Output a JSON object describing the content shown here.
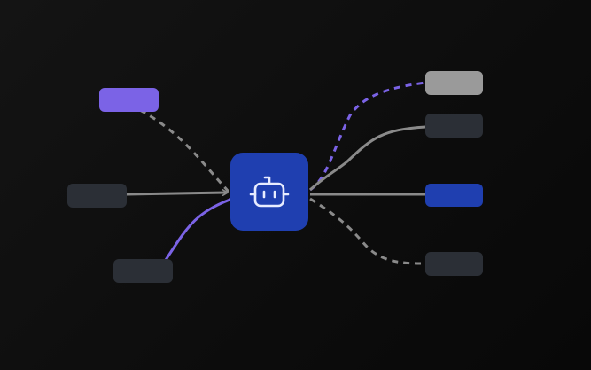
{
  "colors": {
    "hub": "#1f3fb0",
    "hub_icon": "#e8ecff",
    "purple": "#7b63e6",
    "gray_node": "#2b2f36",
    "light_node": "#9a9a9a",
    "blue_node": "#1f3fb0",
    "edge_gray": "#8a8a8a",
    "edge_purple": "#7b63e6"
  },
  "hub": {
    "icon": "robot-icon"
  },
  "nodes": [
    {
      "id": "left-top",
      "color": "purple"
    },
    {
      "id": "left-middle",
      "color": "gray_node"
    },
    {
      "id": "left-bottom",
      "color": "gray_node"
    },
    {
      "id": "right-1",
      "color": "light_node"
    },
    {
      "id": "right-2",
      "color": "gray_node"
    },
    {
      "id": "right-3",
      "color": "blue_node"
    },
    {
      "id": "right-4",
      "color": "gray_node"
    }
  ],
  "edges": [
    {
      "from": "left-top",
      "to": "hub",
      "style": "dashed",
      "color": "edge_gray"
    },
    {
      "from": "left-middle",
      "to": "hub",
      "style": "solid",
      "color": "edge_gray",
      "arrow": true
    },
    {
      "from": "left-bottom",
      "to": "hub",
      "style": "solid",
      "color": "edge_purple"
    },
    {
      "from": "hub",
      "to": "right-1",
      "style": "dashed",
      "color": "edge_purple"
    },
    {
      "from": "hub",
      "to": "right-2",
      "style": "solid",
      "color": "edge_gray"
    },
    {
      "from": "hub",
      "to": "right-3",
      "style": "solid",
      "color": "edge_gray"
    },
    {
      "from": "hub",
      "to": "right-4",
      "style": "dashed",
      "color": "edge_gray"
    }
  ]
}
